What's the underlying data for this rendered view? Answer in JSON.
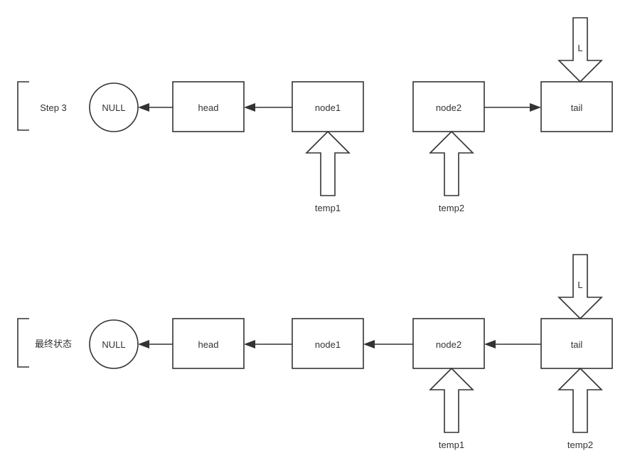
{
  "diagram_step3": {
    "label": "Step 3",
    "null_node": "NULL",
    "nodes": [
      "head",
      "node1",
      "node2",
      "tail"
    ],
    "pointers": {
      "list": "L",
      "temp1": "temp1",
      "temp2": "temp2"
    }
  },
  "diagram_final": {
    "label": "最终状态",
    "null_node": "NULL",
    "nodes": [
      "head",
      "node1",
      "node2",
      "tail"
    ],
    "pointers": {
      "list": "L",
      "temp1": "temp1",
      "temp2": "temp2"
    }
  }
}
